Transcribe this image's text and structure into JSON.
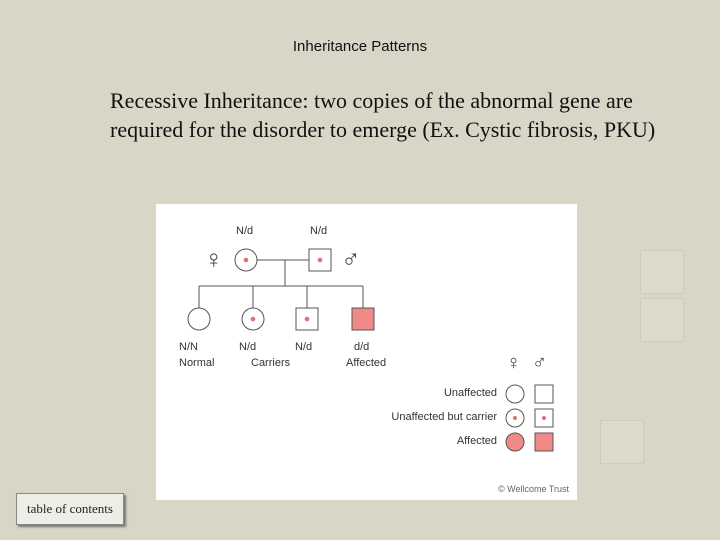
{
  "slide": {
    "title": "Inheritance Patterns",
    "body": "Recessive Inheritance: two copies of the abnormal gene are required for the disorder to emerge (Ex. Cystic fibrosis, PKU)"
  },
  "diagram": {
    "parents": {
      "mother_genotype": "N/d",
      "father_genotype": "N/d",
      "female_symbol": "♀",
      "male_symbol": "♂"
    },
    "children": [
      {
        "genotype": "N/N",
        "status": "Normal"
      },
      {
        "genotype": "N/d",
        "status": "Carriers"
      },
      {
        "genotype": "N/d",
        "status": ""
      },
      {
        "genotype": "d/d",
        "status": "Affected"
      }
    ],
    "legend": {
      "female_symbol": "♀",
      "male_symbol": "♂",
      "rows": [
        "Unaffected",
        "Unaffected but carrier",
        "Affected"
      ]
    },
    "copyright": "© Wellcome Trust",
    "colors": {
      "affected": "#ef8a86",
      "outline": "#555555",
      "carrier_dot": "#e0726d"
    }
  },
  "navigation": {
    "toc_label": "table of contents"
  }
}
